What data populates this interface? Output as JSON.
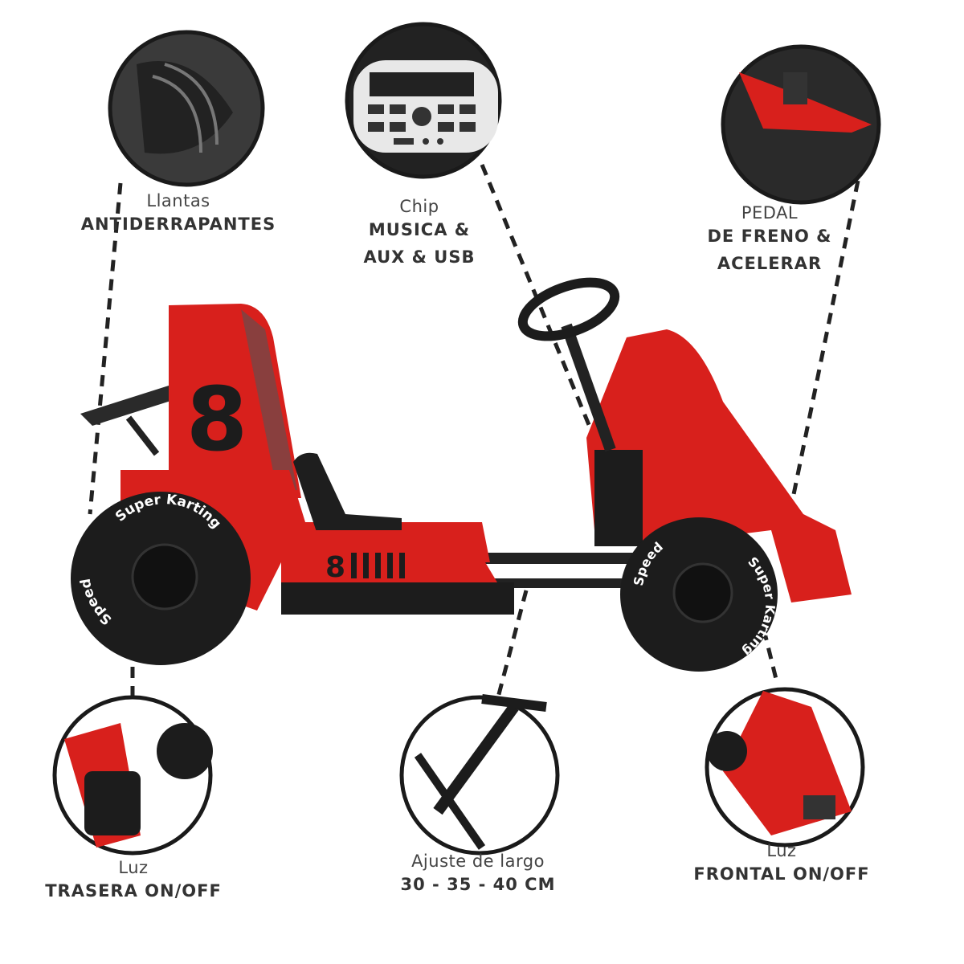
{
  "colors": {
    "kart_red": "#d8201c",
    "kart_black": "#1c1c1c",
    "circle_border": "#1a1a1a",
    "text": "#333333"
  },
  "callouts": [
    {
      "id": "tires",
      "line1": "Llantas",
      "line2": "ANTIDERRAPANTES",
      "line3": ""
    },
    {
      "id": "music",
      "line1": "Chip",
      "line2": "MUSICA &",
      "line3": "AUX & USB"
    },
    {
      "id": "pedal",
      "line1": "PEDAL",
      "line2": "DE FRENO &",
      "line3": "ACELERAR"
    },
    {
      "id": "rear-light",
      "line1": "Luz",
      "line2": "TRASERA ON/OFF",
      "line3": ""
    },
    {
      "id": "length",
      "line1": "Ajuste de largo",
      "line2": "30 - 35 - 40 CM",
      "line3": ""
    },
    {
      "id": "front-light",
      "line1": "Luz",
      "line2": "FRONTAL ON/OFF",
      "line3": ""
    }
  ],
  "kart": {
    "number": "8",
    "side_number": "8",
    "wheel_text_a": "Super Karting",
    "wheel_text_b": "Speed"
  }
}
